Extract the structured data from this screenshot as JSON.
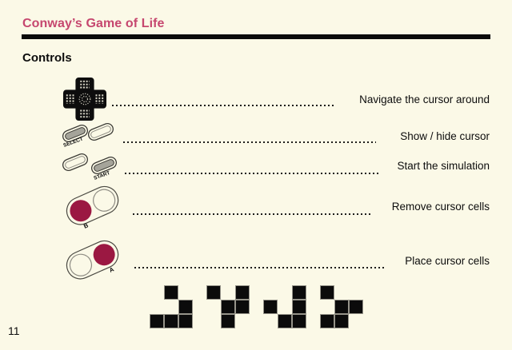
{
  "page": {
    "title": "Conway’s Game of Life",
    "section_heading": "Controls",
    "page_number": "11"
  },
  "colors": {
    "accent_pink": "#C6476F",
    "button_red": "#9B1842",
    "pill_gray": "#A5A49A",
    "background": "#FBF9E7",
    "ink": "#0D0D0D"
  },
  "controls": {
    "rows": [
      {
        "icon": "dpad-icon",
        "label": "Navigate the cursor around"
      },
      {
        "icon": "select-button-icon",
        "label": "Show / hide cursor"
      },
      {
        "icon": "start-button-icon",
        "label": "Start the simulation"
      },
      {
        "icon": "b-button-icon",
        "label": "Remove cursor cells"
      },
      {
        "icon": "a-button-icon",
        "label": "Place cursor cells"
      }
    ],
    "button_labels": {
      "select": "SELECT",
      "start": "START",
      "b": "B",
      "a": "A"
    }
  },
  "gliders": {
    "patterns": [
      {
        "cells": [
          "010",
          "001",
          "111"
        ]
      },
      {
        "cells": [
          "101",
          "011",
          "010"
        ]
      },
      {
        "cells": [
          "001",
          "101",
          "011"
        ]
      },
      {
        "cells": [
          "100",
          "011",
          "110"
        ]
      }
    ]
  }
}
